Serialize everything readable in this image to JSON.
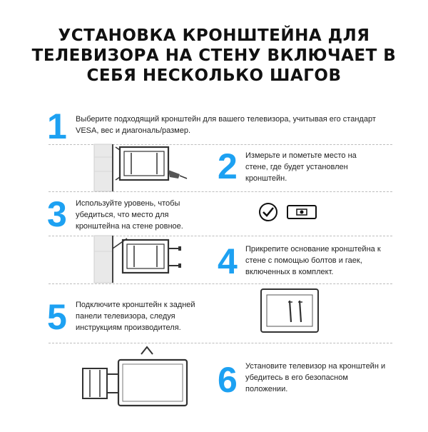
{
  "title": {
    "line1": "УСТАНОВКА КРОНШТЕЙНА ДЛЯ",
    "line2": "ТЕЛЕВИЗОРА НА СТЕНУ ВКЛЮЧАЕТ В",
    "line3": "СЕБЯ НЕСКОЛЬКО ШАГОВ"
  },
  "accent_color": "#1da1f2",
  "steps": [
    {
      "number": "1",
      "text": "Выберите подходящий кронштейн для вашего телевизора, учитывая его стандарт VESA, вес и диагональ/размер."
    },
    {
      "number": "2",
      "text": "Измерьте и пометьте место на стене, где будет установлен кронштейн."
    },
    {
      "number": "3",
      "text": "Используйте уровень, чтобы убедиться, что место для кронштейна на стене ровное."
    },
    {
      "number": "4",
      "text": "Прикрепите основание кронштейна к стене с помощью болтов и гаек, включенных в комплект."
    },
    {
      "number": "5",
      "text": "Подключите кронштейн к задней панели телевизора, следуя инструкциям производителя."
    },
    {
      "number": "6",
      "text": "Установите телевизор на кронштейн и убедитесь в его безопасном положении."
    }
  ],
  "icons": {
    "check": "checkmark-circle-icon",
    "level": "spirit-level-icon"
  }
}
